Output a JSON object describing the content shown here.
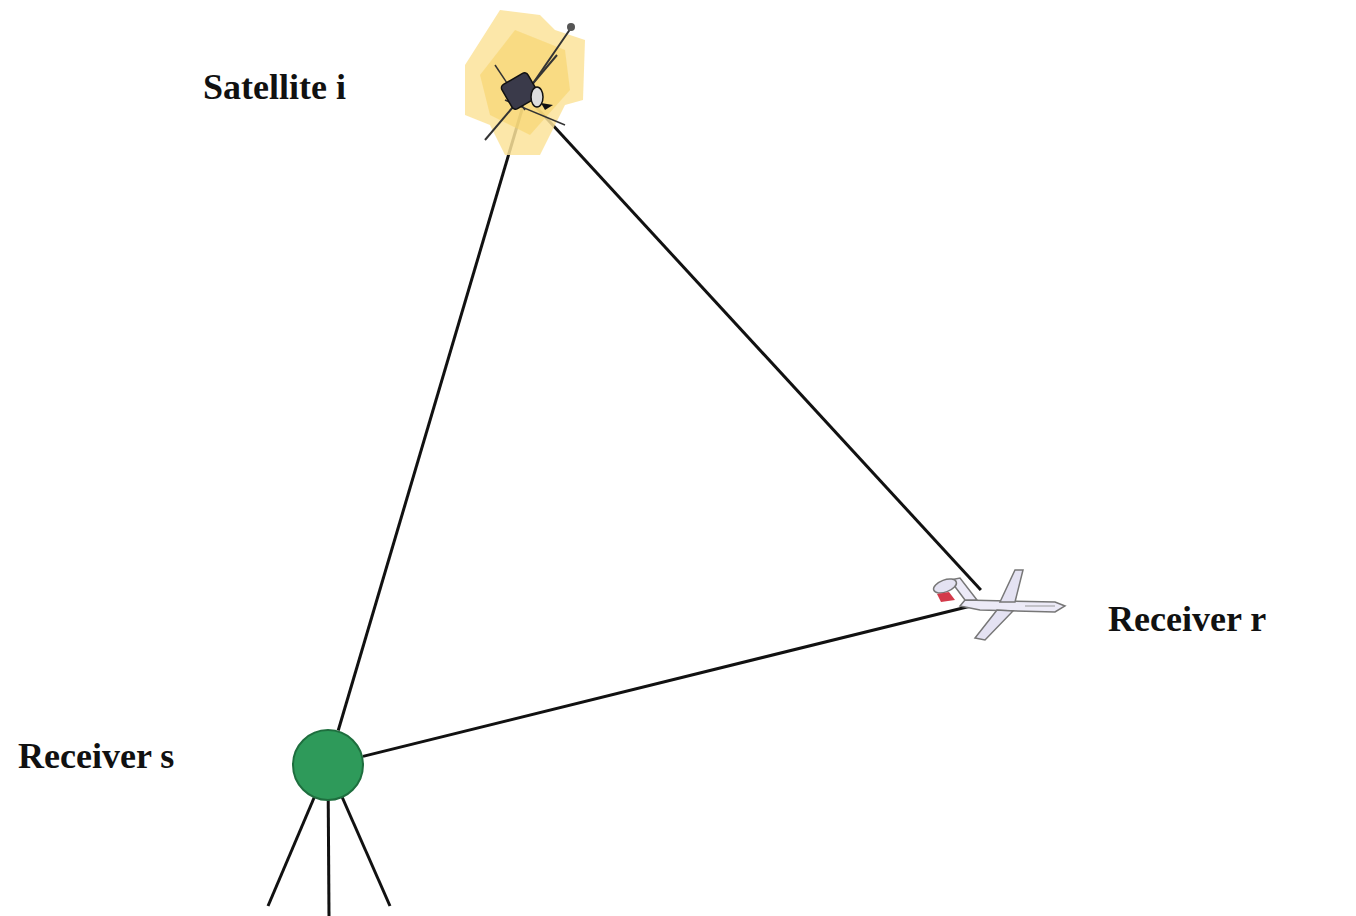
{
  "diagram": {
    "nodes": [
      {
        "text": [
          "Satellite i"
        ]
      },
      {
        "text": [
          "Receiver r"
        ]
      },
      {
        "text": [
          "Receiver s"
        ]
      }
    ],
    "edges": [
      {
        "from": 0,
        "to": 2,
        "arrow": "none"
      },
      {
        "from": 0,
        "to": 1,
        "arrow": "none"
      },
      {
        "from": 2,
        "to": 1,
        "arrow": "none"
      }
    ]
  }
}
